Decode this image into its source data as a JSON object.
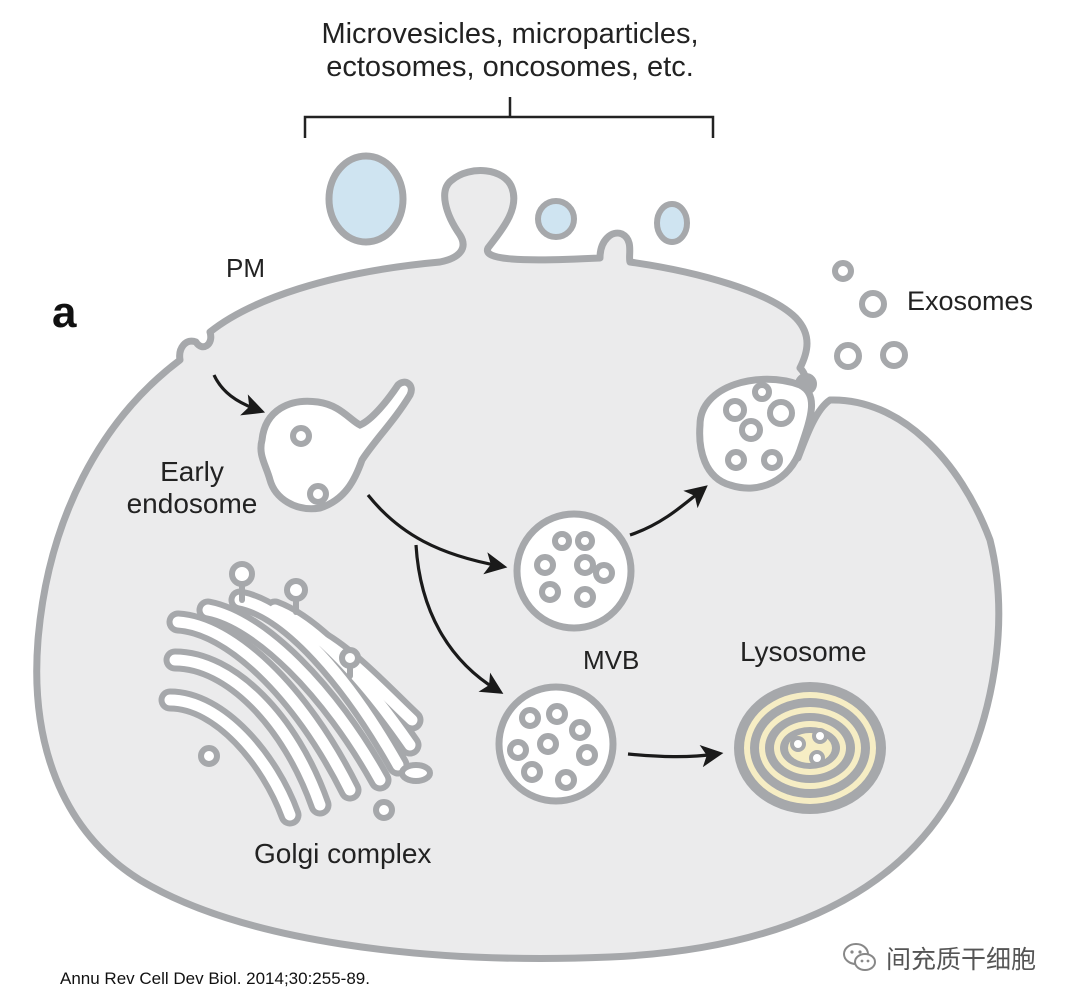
{
  "labels": {
    "top_line1": "Microvesicles, microparticles,",
    "top_line2": "ectosomes, oncosomes, etc.",
    "panel": "a",
    "pm": "PM",
    "exosomes": "Exosomes",
    "early_line1": "Early",
    "early_line2": "endosome",
    "mvb": "MVB",
    "lysosome": "Lysosome",
    "golgi": "Golgi complex"
  },
  "citation": "Annu Rev Cell Dev Biol. 2014;30:255-89.",
  "watermark": {
    "text": "间充质干细胞",
    "icon": "wechat-icon"
  },
  "colors": {
    "membrane": "#a6a8ab",
    "cytoplasm": "#ebebec",
    "vesicle_fill": "#cfe4f1",
    "lysosome_fill": "#f6edc4",
    "arrow": "#1a1a1a"
  }
}
